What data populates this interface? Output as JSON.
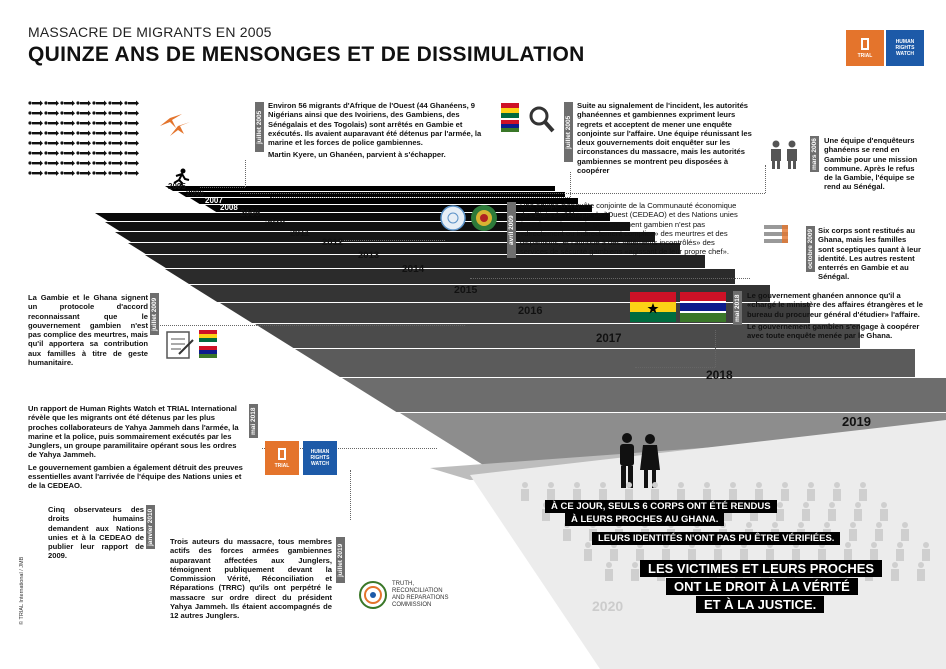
{
  "header": {
    "kicker": "MASSACRE DE MIGRANTS EN 2005",
    "title": "QUINZE ANS DE MENSONGES ET DE DISSIMULATION"
  },
  "logos": {
    "trial_text": "TRIAL",
    "hrw_text": "HUMAN RIGHTS WATCH"
  },
  "years": [
    "2005",
    "2006",
    "2007",
    "2008",
    "2009",
    "2010",
    "2011",
    "2012",
    "2013",
    "2014",
    "2015",
    "2016",
    "2017",
    "2018",
    "2019",
    "2020"
  ],
  "events": {
    "juillet2005": {
      "tag": "juillet 2005",
      "text1": "Environ 56 migrants d'Afrique de l'Ouest (44 Ghanéens, 9 Nigérians ainsi que des Ivoiriens, des Gambiens, des Sénégalais et des Togolais) sont arrêtés en Gambie et exécutés. Ils avaient auparavant été détenus par l'armée, la marine et les forces de police gambiennes.",
      "text2": "Martin Kyere, un Ghanéen, parvient à s'échapper."
    },
    "juillet2005b": {
      "tag": "juillet 2005",
      "text": "Suite au signalement de l'incident, les autorités ghanéennes et gambiennes expriment leurs regrets et acceptent de mener une enquête conjointe sur l'affaire. Une équipe réunissant les deux gouvernements doit enquêter sur les circonstances du massacre, mais les autorités gambiennes se montrent peu disposées à coopérer"
    },
    "mars2006": {
      "tag": "mars 2006",
      "text": "Une équipe d'enquêteurs ghanéens se rend en Gambie pour une mission commune. Après le refus de la Gambie, l'équipe se rend au Sénégal."
    },
    "avril2009": {
      "tag": "avril 2009",
      "text": "Une équipe d'enquête conjointe de la Communauté économique des États de l'Afrique de l'Ouest (CEDEAO) et des Nations unies (ONU) conclut que le gouvernement gambien n'est pas «directement ou indirectement complice» des meurtres et des disparitions, et l'attribue à des «éléments incontrôlés» des services de sécurité gambiens «agissant de leur propre chef»."
    },
    "octobre2009": {
      "tag": "octobre 2009",
      "text": "Six corps sont restitués au Ghana, mais les familles sont sceptiques quant à leur identité. Les autres restent enterrés en Gambie et au Sénégal."
    },
    "juillet2009": {
      "tag": "juillet 2009",
      "text": "La Gambie et le Ghana signent un protocole d'accord reconnaissant que le gouvernement gambien n'est pas complice des meurtres, mais qu'il apportera sa contribution aux familles à titre de geste humanitaire."
    },
    "mai2018": {
      "tag": "mai 2018",
      "text1": "Le gouvernement ghanéen annonce qu'il a «chargé le ministère des affaires étrangères et le bureau du procureur général d'étudier» l'affaire.",
      "text2": "Le gouvernement gambien s'engage à coopérer avec toute enquête menée par le Ghana."
    },
    "mai2018b": {
      "tag": "mai 2018",
      "text1": "Un rapport de Human Rights Watch et TRIAL International révèle que les migrants ont été détenus par les plus proches collaborateurs de Yahya Jammeh dans l'armée, la marine et la police, puis sommairement exécutés par les Junglers, un groupe paramilitaire opérant sous les ordres de Yahya Jammeh.",
      "text2": "Le gouvernement gambien a également détruit des preuves essentielles avant l'arrivée de l'équipe des Nations unies et de la CEDEAO."
    },
    "janvier2010": {
      "tag": "janvier 2010",
      "text": "Cinq observateurs des droits humains demandent aux Nations unies et à la CEDEAO de publier leur rapport de 2009."
    },
    "juillet2019": {
      "tag": "juillet 2019",
      "text": "Trois auteurs du massacre, tous membres actifs des forces armées gambiennes auparavant affectées aux Junglers, témoignent publiquement devant la Commission Vérité, Réconciliation et Réparations (TRRC) qu'ils ont perpétré le massacre sur ordre direct du président Yahya Jammeh. Ils étaient accompagnés de 12 autres Junglers."
    }
  },
  "trrc": {
    "line1": "TRUTH,",
    "line2": "RECONCILIATION",
    "line3": "AND REPARATIONS",
    "line4": "COMMISSION"
  },
  "banners": {
    "line1": "À CE JOUR, SEULS 6 CORPS ONT ÉTÉ RENDUS",
    "line2": "À LEURS PROCHES AU GHANA.",
    "line3": "LEURS IDENTITÉS N'ONT PAS PU ÊTRE VÉRIFIÉES.",
    "line4": "LES VICTIMES ET LEURS PROCHES",
    "line5": "ONT LE DROIT À LA VÉRITÉ",
    "line6": "ET À LA JUSTICE."
  },
  "credit": "© TRIAL International / JMB",
  "colors": {
    "accent": "#e4742c",
    "hrw": "#1d5aa8",
    "tag": "#6e6e6e"
  }
}
